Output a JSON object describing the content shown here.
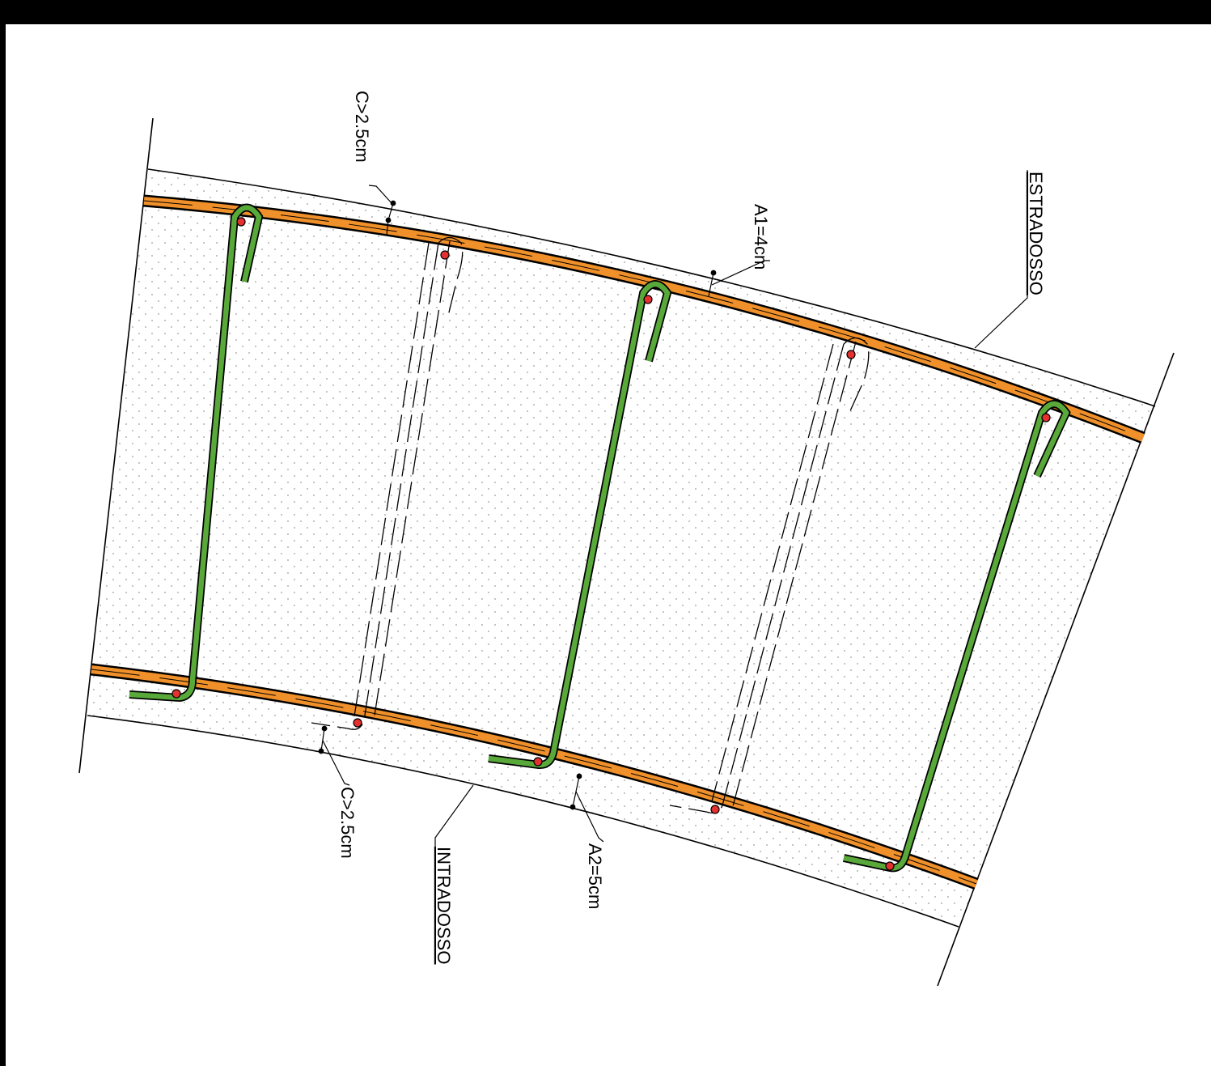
{
  "labels": {
    "cover_top": "C>2.5cm",
    "cover_bottom": "C>2.5cm",
    "a1": "A1=4cm",
    "a2": "A2=5cm",
    "estradosso": "ESTRADOSSO",
    "intradosso": "INTRADOSSO"
  },
  "colors": {
    "frame": "#000000",
    "longitudinal_bar": "#f0902a",
    "stirrup_active": "#58a83a",
    "stirrup_dashed": "#ffffff",
    "bar_section": "#e53030",
    "concrete_dots": "#9a9a9a"
  }
}
